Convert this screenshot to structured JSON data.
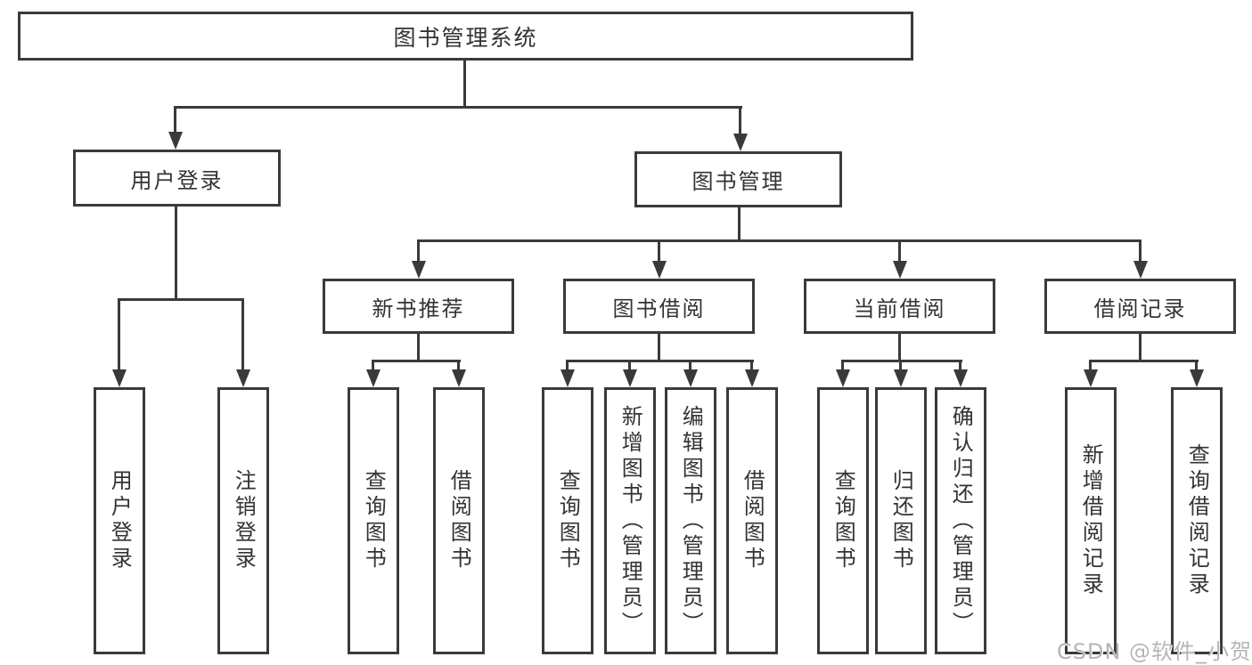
{
  "diagram": {
    "type": "hierarchy-tree",
    "nodes": {
      "root": "图书管理系统",
      "l2": [
        "用户登录",
        "图书管理"
      ],
      "l3": [
        "新书推荐",
        "图书借阅",
        "当前借阅",
        "借阅记录"
      ],
      "leaves_login": [
        "用户登录",
        "注销登录"
      ],
      "leaves_newbook": [
        "查询图书",
        "借阅图书"
      ],
      "leaves_borrow": [
        "查询图书",
        "新增图书（管理员）",
        "编辑图书（管理员）",
        "借阅图书"
      ],
      "leaves_current": [
        "查询图书",
        "归还图书",
        "确认归还（管理员）"
      ],
      "leaves_record": [
        "新增借阅记录",
        "查询借阅记录"
      ]
    },
    "colors": {
      "line": "#3a3a3a",
      "text": "#333333",
      "background": "#ffffff",
      "watermark": "#b5b5b5"
    }
  },
  "watermark": {
    "text": "CSDN @软件_小贺同学"
  }
}
